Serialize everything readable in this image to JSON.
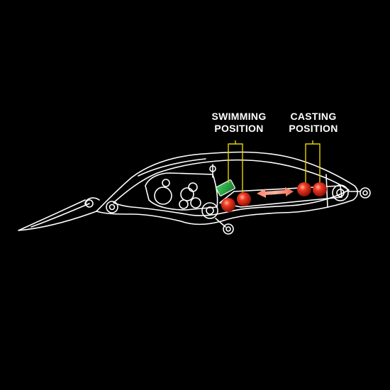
{
  "labels": {
    "swimming": {
      "line1": "SWIMMING",
      "line2": "POSITION"
    },
    "casting": {
      "line1": "CASTING",
      "line2": "POSITION"
    }
  },
  "colors": {
    "background": "#000000",
    "outline": "#ffffff",
    "bracket": "#e8d200",
    "weight_ball": "#e8201a",
    "arrow": "#f25a3c",
    "magnet": "#2fa84a"
  },
  "icons": {
    "lure": "fishing-lure-outline",
    "weight": "red-weight-ball",
    "magnet": "green-magnet-block",
    "arrow": "double-headed-arrow"
  }
}
